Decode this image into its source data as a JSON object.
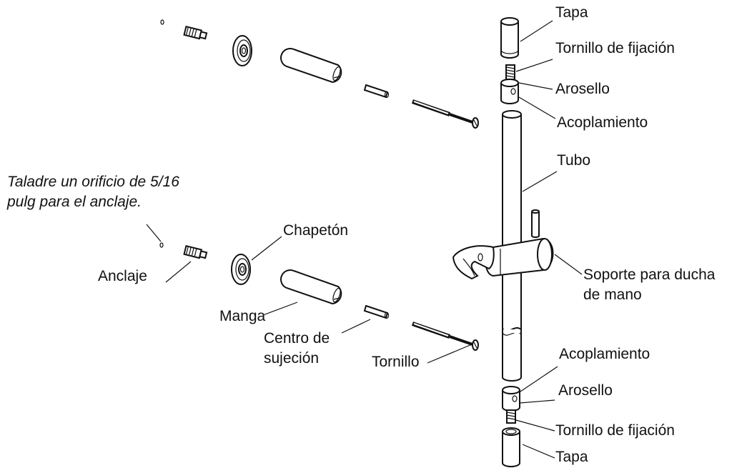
{
  "note": {
    "line1": "Taladre un orificio de 5/16",
    "line2": "pulg para el anclaje."
  },
  "labels": {
    "tapa_top": "Tapa",
    "tornillo_fijacion_top": "Tornillo de fijación",
    "arosello_top": "Arosello",
    "acoplamiento_top": "Acoplamiento",
    "tubo": "Tubo",
    "chapeton": "Chapetón",
    "anclaje": "Anclaje",
    "manga": "Manga",
    "centro_line1": "Centro de",
    "centro_line2": "sujeción",
    "tornillo": "Tornillo",
    "soporte_line1": "Soporte para ducha",
    "soporte_line2": "de mano",
    "acoplamiento_bottom": "Acoplamiento",
    "arosello_bottom": "Arosello",
    "tornillo_fijacion_bottom": "Tornillo de fijación",
    "tapa_bottom": "Tapa"
  }
}
